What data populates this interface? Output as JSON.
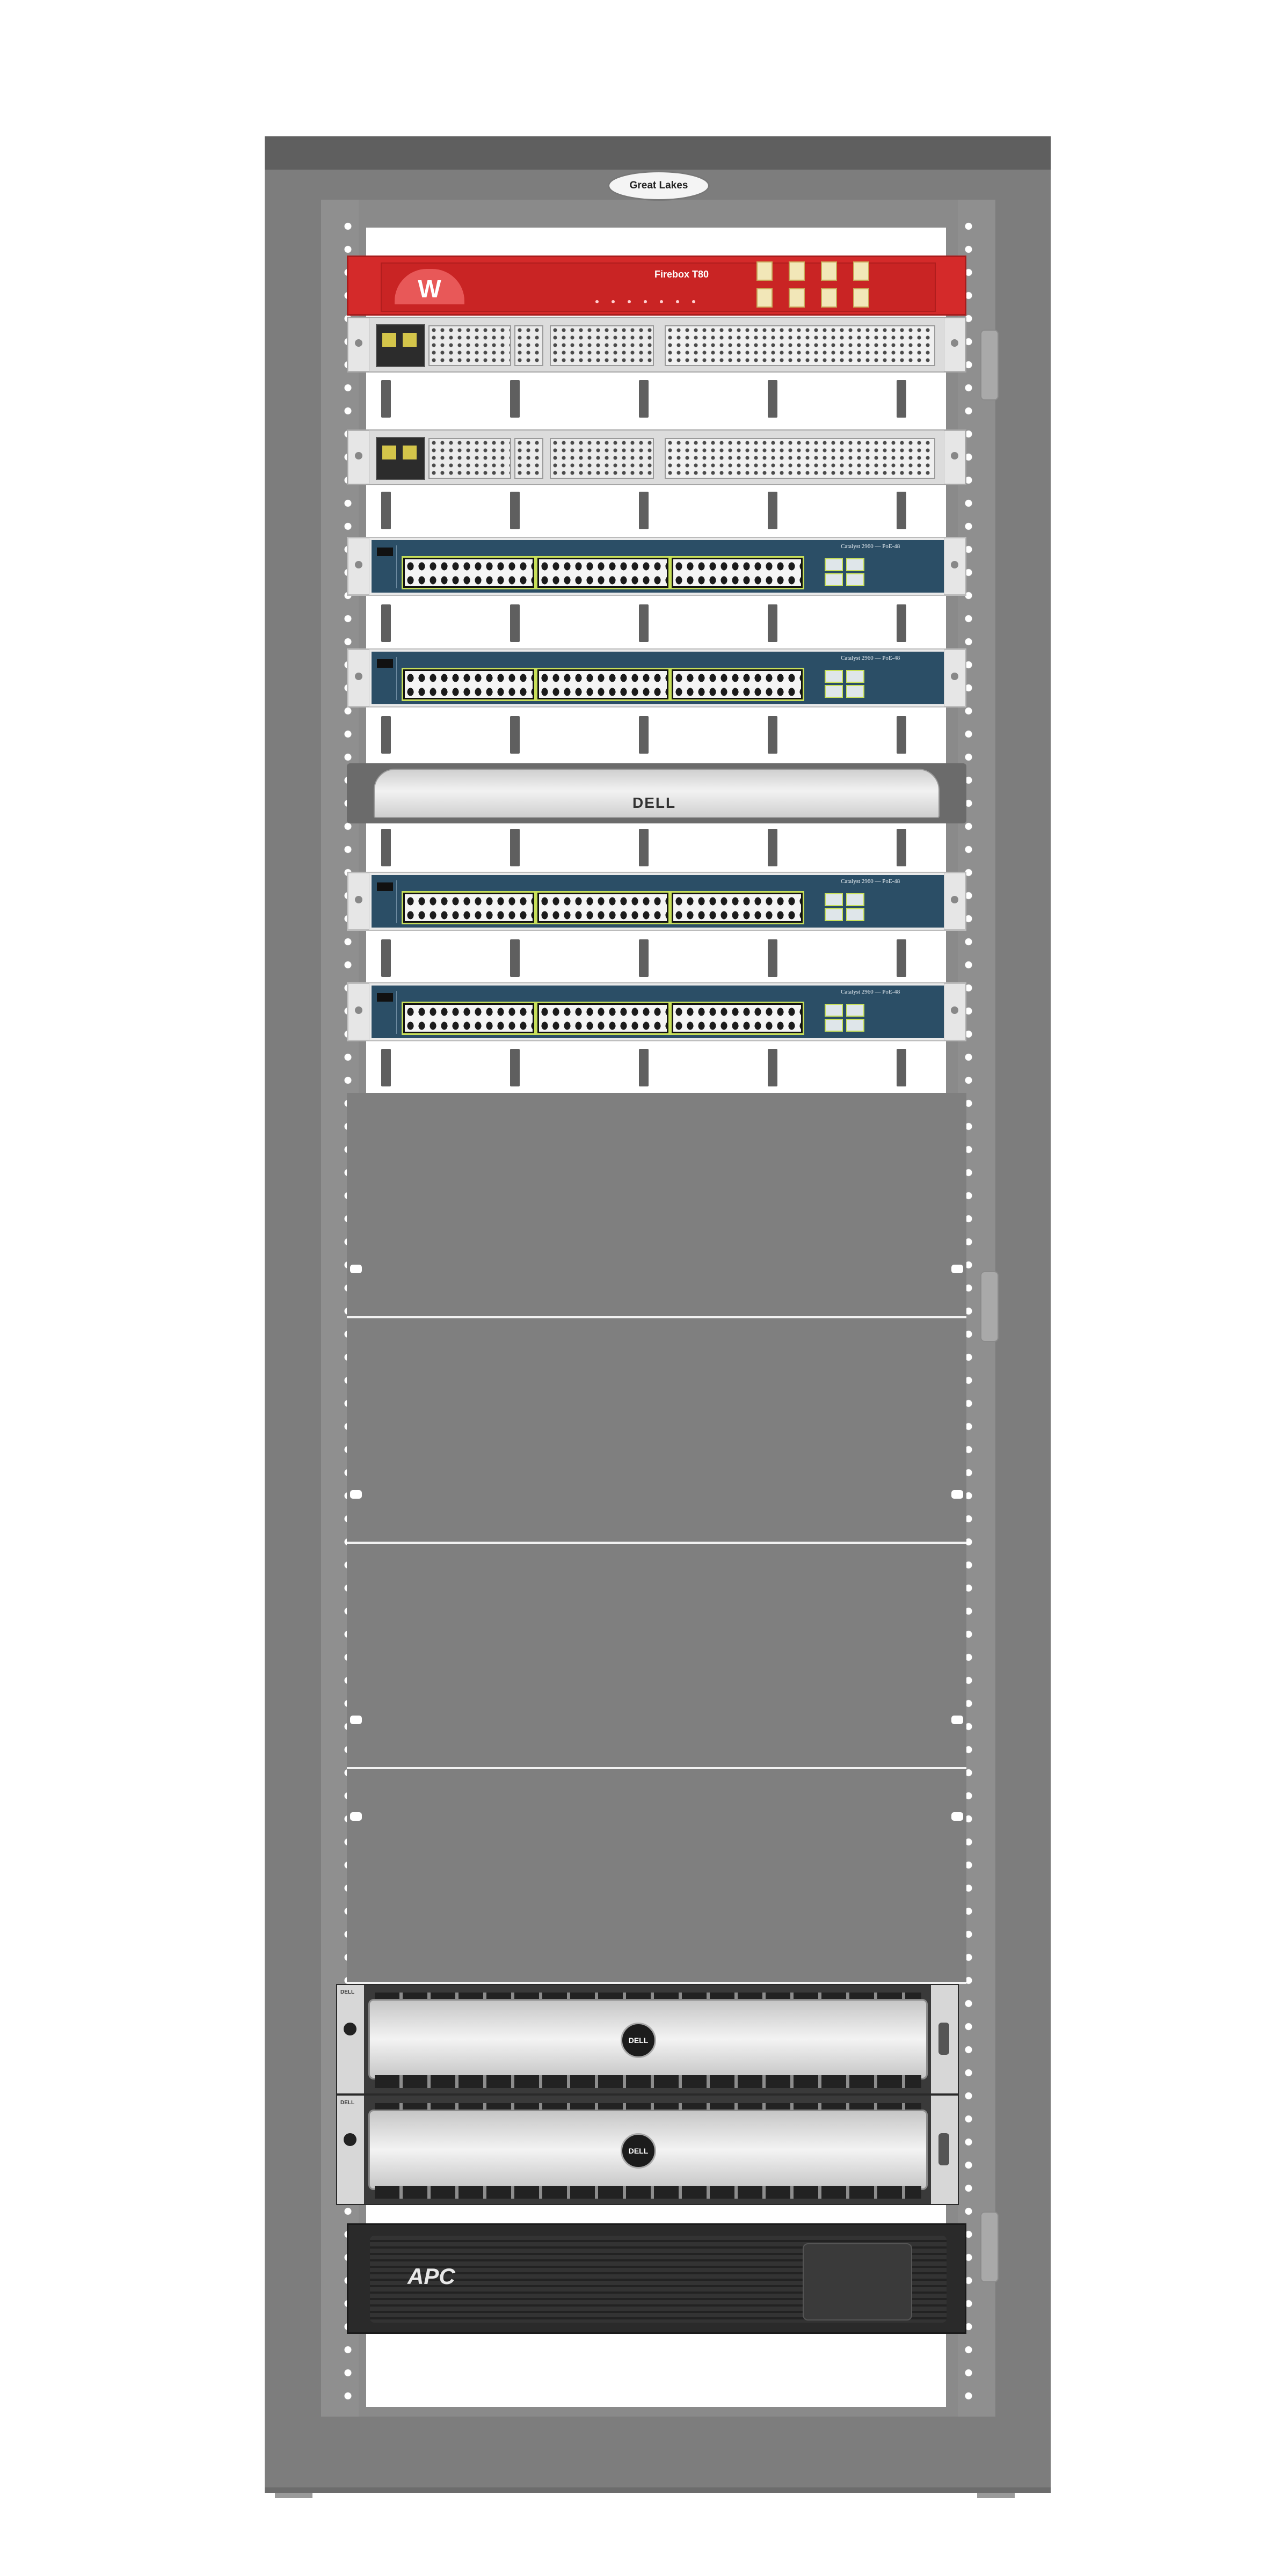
{
  "cabinet": {
    "logo_text": "Great Lakes"
  },
  "devices": {
    "firewall": {
      "model_label": "Firebox T80",
      "logo_text": "W"
    },
    "dell_storage": {
      "brand": "DELL",
      "model": ""
    },
    "switches": [
      {
        "model_label": "Catalyst 2960 — PoE-48"
      },
      {
        "model_label": "Catalyst 2960 — PoE-48"
      },
      {
        "model_label": "Catalyst 2960 — PoE-48"
      },
      {
        "model_label": "Catalyst 2960 — PoE-48"
      }
    ],
    "blank_panels": [
      {
        "label": ""
      },
      {
        "label": ""
      },
      {
        "label": ""
      },
      {
        "label": ""
      }
    ],
    "servers": [
      {
        "ear_text": "DELL",
        "logo_text": "DELL"
      },
      {
        "ear_text": "DELL",
        "logo_text": "DELL"
      }
    ],
    "ups": {
      "brand": "APC",
      "model": ""
    }
  },
  "colors": {
    "firewall_red": "#d42a2a",
    "switch_blue": "#2b4e66",
    "port_highlight": "#c8e05a",
    "cabinet_grey": "#7d7d7d"
  }
}
